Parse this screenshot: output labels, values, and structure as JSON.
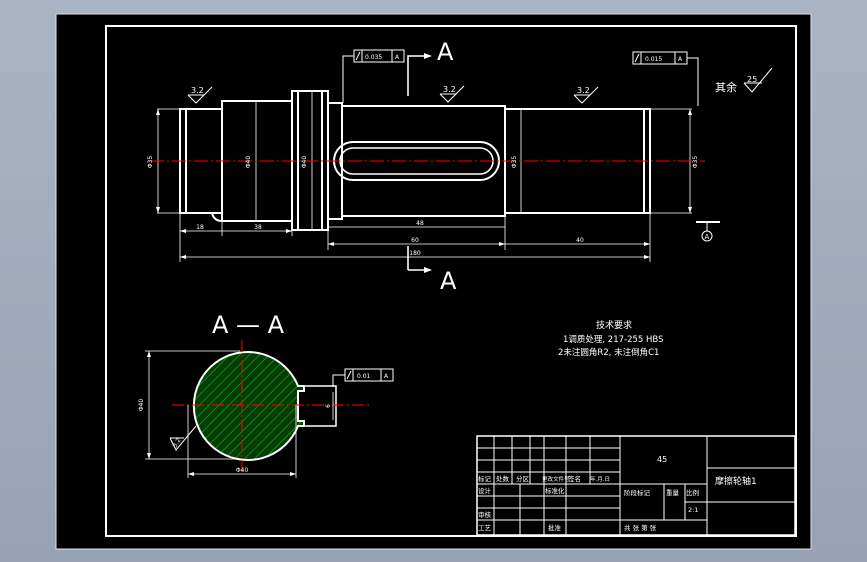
{
  "colors": {
    "background": "#9aa6b8",
    "paper": "#000000",
    "line": "#ffffff",
    "centerline": "#ff0000",
    "hatch": "#00c000",
    "cut_fill": "#063a06"
  },
  "section_marks": {
    "top_letter": "A",
    "bottom_letter": "A",
    "section_title": "A — A"
  },
  "tolerance_frames": [
    {
      "value": "0.035",
      "datum": "A"
    },
    {
      "value": "0.015",
      "datum": "A"
    },
    {
      "value": "0.01",
      "datum": "A"
    }
  ],
  "datum_label": "A",
  "roughness": {
    "r1": "3.2",
    "r2": "3.2",
    "r3": "3.2",
    "rest_label": "其余",
    "rest_value": "25",
    "section": "3.2"
  },
  "dims": {
    "left_dia": "Φ35",
    "collar_dia": "Φ40",
    "right_dia": "Φ35",
    "d_bottom_1": "18",
    "d_bottom_2": "38",
    "d_bottom_3": "48",
    "d_overall_1": "60",
    "d_overall_2": "40",
    "d_overall_total": "180",
    "sec_height": "Φ40",
    "sec_width": "Φ40",
    "key_depth": "6"
  },
  "tech": {
    "title": "技术要求",
    "line1": "1调质处理, 217-255 HBS",
    "line2": "2未注圆角R2, 未注倒角C1"
  },
  "title_block": {
    "material": "45",
    "part_name": "摩擦轮轴1",
    "h_mark": "标记",
    "h_count": "处数",
    "h_zone": "分区",
    "h_doc": "更改文件号",
    "h_sign": "签名",
    "h_date": "年.月.日",
    "design": "设计",
    "standardize": "标准化",
    "stage": "阶段标记",
    "weight": "重量",
    "scale_label": "比例",
    "scale": "2:1",
    "review": "审核",
    "process": "工艺",
    "approve": "批准",
    "sheets": "共  张  第  张"
  }
}
